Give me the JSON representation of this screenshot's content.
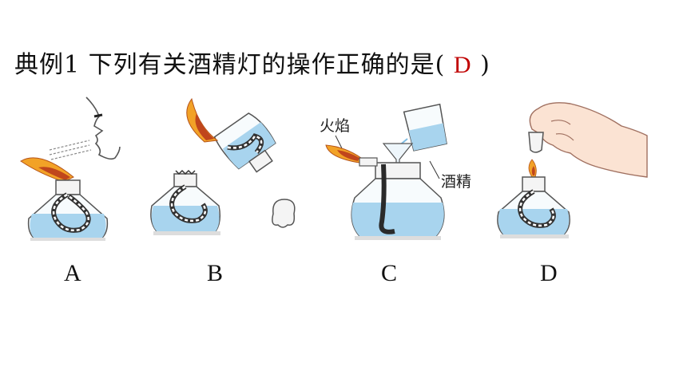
{
  "question": {
    "prefix": "典例1  下列有关酒精灯的操作正确的是",
    "paren_open": "( ",
    "answer": "D",
    "paren_close": " )"
  },
  "options": [
    {
      "letter": "A"
    },
    {
      "letter": "B"
    },
    {
      "letter": "C",
      "labels": {
        "flame": "火焰",
        "alcohol": "酒精"
      }
    },
    {
      "letter": "D"
    }
  ],
  "colors": {
    "liquid": "#a8d4ee",
    "flame_outer": "#f2a227",
    "flame_inner": "#c0461c",
    "answer": "#c00000"
  }
}
